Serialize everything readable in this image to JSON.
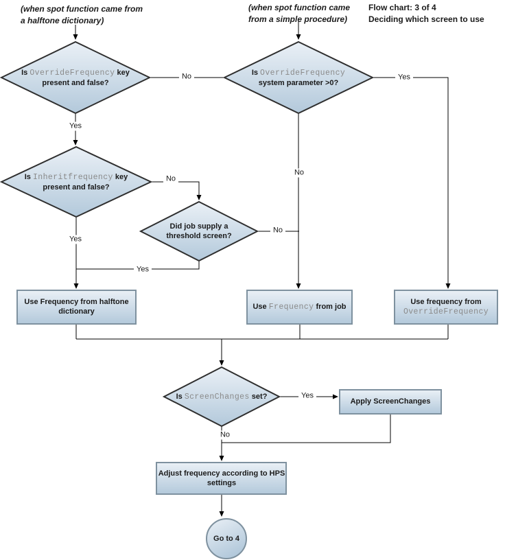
{
  "header": {
    "annotation_left_line1": "(when spot function came from",
    "annotation_left_line2": "a halftone dictionary)",
    "annotation_center_line1": "(when spot function came",
    "annotation_center_line2": "from a simple procedure)",
    "title_line1": "Flow chart: 3 of 4",
    "title_line2": "Deciding which screen to use"
  },
  "nodes": {
    "d1": {
      "shape": "decision",
      "pre": "Is ",
      "code": "OverrideFrequency",
      "post": " key present and false?"
    },
    "d2": {
      "shape": "decision",
      "pre": "Is ",
      "code": "OverrideFrequency",
      "post": " system parameter >0?"
    },
    "d3": {
      "shape": "decision",
      "pre": "Is ",
      "code": "Inheritfrequency",
      "post": " key present and false?"
    },
    "d4": {
      "shape": "decision",
      "pre": "Did job supply a threshold screen?",
      "code": "",
      "post": ""
    },
    "d5": {
      "shape": "decision",
      "pre": "Is ",
      "code": "ScreenChanges",
      "post": " set?"
    },
    "r1": {
      "shape": "process",
      "pre": "Use Frequency from halftone dictionary",
      "code": "",
      "post": ""
    },
    "r2": {
      "shape": "process",
      "pre": "Use ",
      "code": "Frequency",
      "post": " from job"
    },
    "r3": {
      "shape": "process",
      "pre": "Use frequency from ",
      "code": "OverrideFrequency",
      "post": ""
    },
    "r4": {
      "shape": "process",
      "pre": "Apply ScreenChanges",
      "code": "",
      "post": ""
    },
    "r5": {
      "shape": "process",
      "pre": "Adjust frequency according to HPS settings",
      "code": "",
      "post": ""
    },
    "c1": {
      "shape": "terminal",
      "pre": "Go to 4",
      "code": "",
      "post": ""
    }
  },
  "edge_labels": {
    "d1_no": "No",
    "d1_yes": "Yes",
    "d2_yes": "Yes",
    "d2_no": "No",
    "d3_no": "No",
    "d3_yes": "Yes",
    "d4_no": "No",
    "d4_yes": "Yes",
    "d5_yes": "Yes",
    "d5_no": "No"
  },
  "colors": {
    "background": "#ffffff",
    "text_color": "#1a1a1a",
    "line_color": "#000000",
    "node_border": "#2f2f2f",
    "box_border": "#7e919f",
    "node_fill_top": "#eaf0f6",
    "node_fill_bottom": "#b3c9db",
    "code_color": "#8a8a8a"
  }
}
